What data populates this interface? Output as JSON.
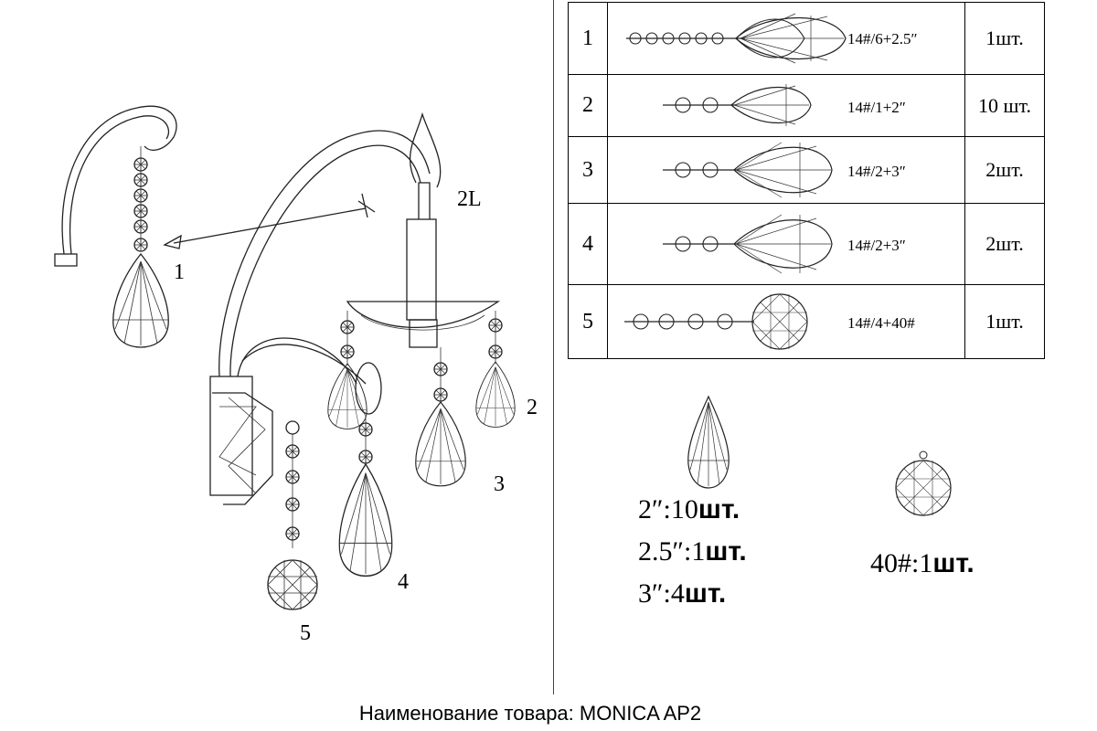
{
  "callouts": {
    "c1": "1",
    "c2l": "2L",
    "c2": "2",
    "c3": "3",
    "c4": "4",
    "c5": "5"
  },
  "table": [
    {
      "num": "1",
      "spec": "14#/6+2.5″",
      "qty": "1шт."
    },
    {
      "num": "2",
      "spec": "14#/1+2″",
      "qty": "10 шт."
    },
    {
      "num": "3",
      "spec": "14#/2+3″",
      "qty": "2шт."
    },
    {
      "num": "4",
      "spec": "14#/2+3″",
      "qty": "2шт."
    },
    {
      "num": "5",
      "spec": "14#/4+40#",
      "qty": "1шт."
    }
  ],
  "summary": {
    "drop_lines": [
      {
        "size": "2″:10",
        "unit": "шт."
      },
      {
        "size": "2.5″:1",
        "unit": "шт."
      },
      {
        "size": "3″:4",
        "unit": "шт."
      }
    ],
    "ball_line": {
      "size": "40#:1",
      "unit": "шт."
    }
  },
  "footer": "Наименование товара: MONICA AP2"
}
